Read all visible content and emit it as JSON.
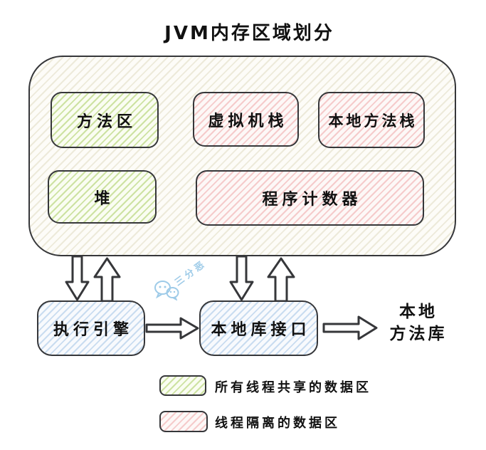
{
  "title": "JVM内存区域划分",
  "memory_area": {
    "method_area": "方法区",
    "vm_stack": "虚拟机栈",
    "native_method_stack": "本地方法栈",
    "heap": "堆",
    "program_counter": "程序计数器"
  },
  "flow": {
    "execution_engine": "执行引擎",
    "native_interface": "本地库接口",
    "native_library_line1": "本地",
    "native_library_line2": "方法库"
  },
  "legend": {
    "shared": "所有线程共享的数据区",
    "isolated": "线程隔离的数据区"
  },
  "watermark": {
    "text": "三分恶",
    "icon": "wechat-icon"
  },
  "colors": {
    "stroke": "#36373a",
    "text": "#111111",
    "shared_line": "#cde2a2",
    "shared_bg": "#fafdf2",
    "isolated_line": "#f5cbcb",
    "isolated_bg": "#fdf8f7",
    "flow_line": "#c9dcf0",
    "flow_bg": "#f8fafd",
    "container_line": "#edeada",
    "container_bg": "#fdfcf8",
    "watermark": "#9ecbe8"
  }
}
